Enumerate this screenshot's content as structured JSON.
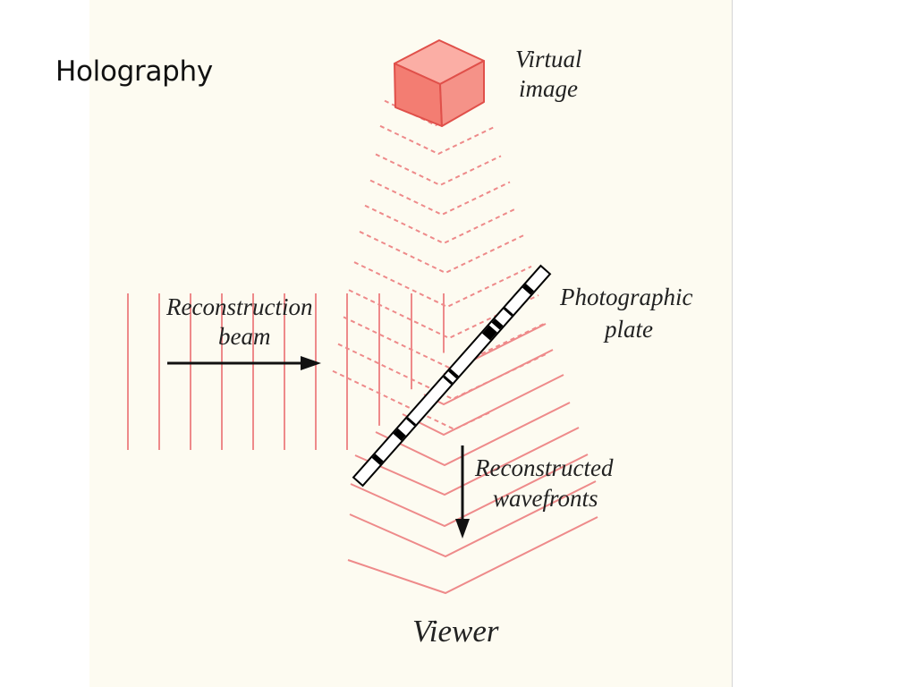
{
  "slide": {
    "title": "Holography"
  },
  "diagram": {
    "labels": {
      "virtual_image_line1": "Virtual",
      "virtual_image_line2": "image",
      "reconstruction_beam_line1": "Reconstruction",
      "reconstruction_beam_line2": "beam",
      "photographic_plate_line1": "Photographic",
      "photographic_plate_line2": "plate",
      "reconstructed_wavefronts_line1": "Reconstructed",
      "reconstructed_wavefronts_line2": "wavefronts",
      "viewer": "Viewer"
    },
    "colors": {
      "wave": "#ee8a8a",
      "cube_front": "#f37d72",
      "cube_top": "#fbaea5",
      "cube_side": "#f59288",
      "cube_edge": "#e0504a",
      "arrow": "#111111",
      "background": "#fdfbf1"
    },
    "icons": [
      "cube-virtual-image",
      "arrow-right",
      "arrow-down",
      "photographic-plate"
    ]
  }
}
